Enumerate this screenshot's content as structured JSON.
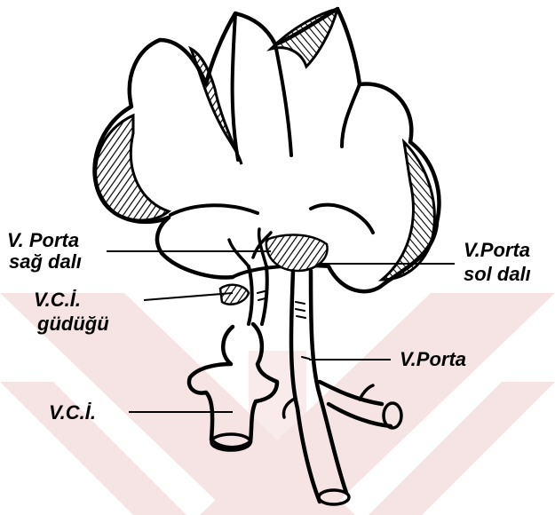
{
  "labels": {
    "v_porta_sag_line1": "V. Porta",
    "v_porta_sag_line2": "sağ dalı",
    "v_porta_sol_line1": "V.Porta",
    "v_porta_sol_line2": "sol dalı",
    "vci_guduk_line1": "V.C.İ.",
    "vci_guduk_line2": "güdüğü",
    "v_porta": "V.Porta",
    "vci": "V.C.İ."
  },
  "colors": {
    "ink": "#000000",
    "watermark": "#f6e3e3",
    "background": "#ffffff"
  }
}
